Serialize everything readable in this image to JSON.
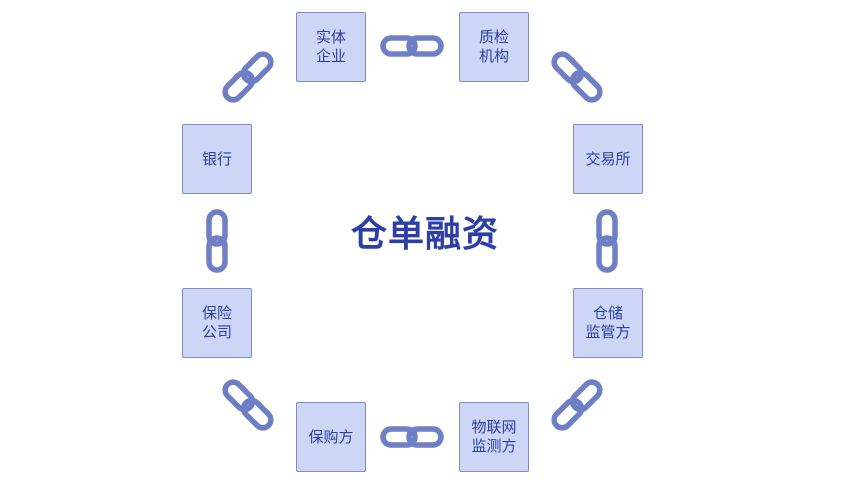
{
  "diagram": {
    "center_title": "仓单融资",
    "nodes": {
      "shiti": {
        "line1": "实体",
        "line2": "企业"
      },
      "zhijian": {
        "line1": "质检",
        "line2": "机构"
      },
      "yinhang": {
        "line1": "银行"
      },
      "jiaoyisuo": {
        "line1": "交易所"
      },
      "baoxian": {
        "line1": "保险",
        "line2": "公司"
      },
      "cangchu": {
        "line1": "仓储",
        "line2": "监管方"
      },
      "baogou": {
        "line1": "保购方"
      },
      "wulian": {
        "line1": "物联网",
        "line2": "监测方"
      }
    },
    "colors": {
      "node_fill": "#cdd6f5",
      "node_border": "#7b8cc9",
      "text": "#2d3fa6",
      "chain": "#6e7fc6"
    },
    "connector_icon": "chain-link-icon"
  }
}
